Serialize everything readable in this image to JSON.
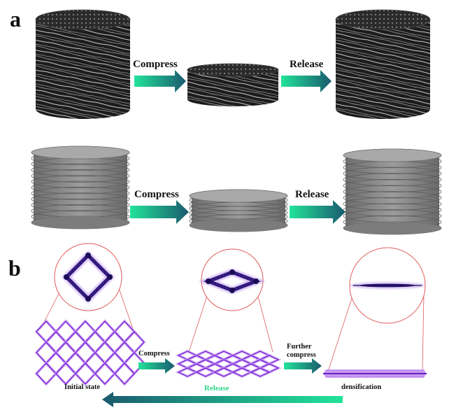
{
  "panels": {
    "a": "a",
    "b": "b"
  },
  "row_sem": {
    "compress": "Compress",
    "release": "Release"
  },
  "row_model": {
    "compress": "Compress",
    "release": "Release"
  },
  "mechanism": {
    "compress": "Compress",
    "further_line1": "Further",
    "further_line2": "compress",
    "initial_state": "Initial state",
    "densification": "densification",
    "release": "Release"
  },
  "colors": {
    "arrow_start": "#22e39a",
    "arrow_end": "#1a5a6e",
    "mesh": "#8a2be2",
    "zoom_outline": "#e15a5a",
    "cylinder_gray": "#8b8b8b"
  }
}
